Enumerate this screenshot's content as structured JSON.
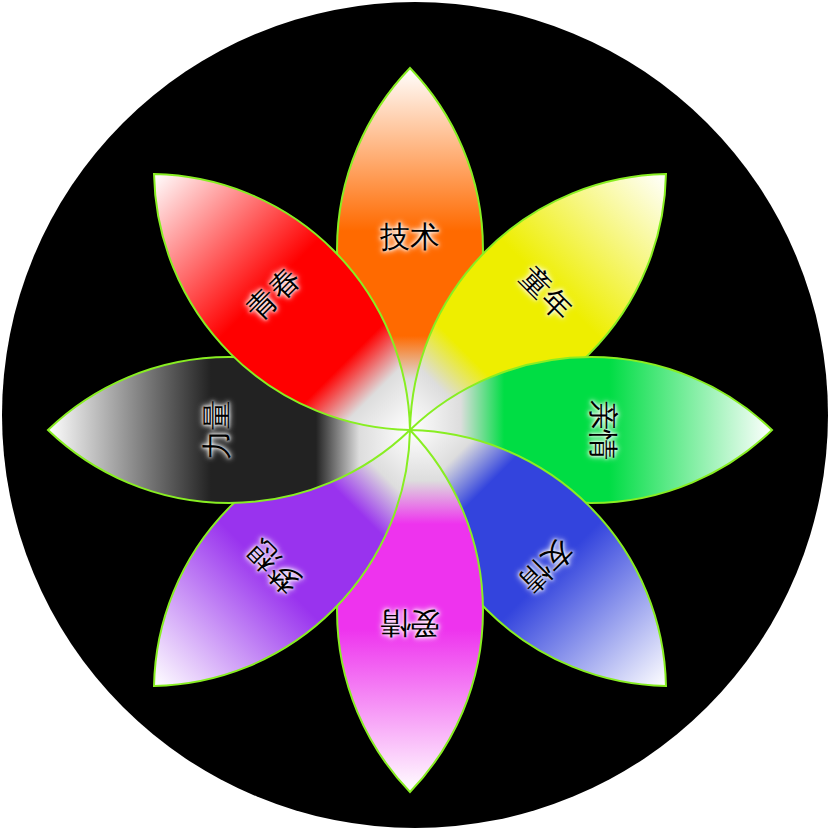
{
  "diagram": {
    "nodes": [
      {
        "text": [
          "技术"
        ]
      },
      {
        "text": [
          "童年"
        ]
      },
      {
        "text": [
          "亲情"
        ]
      },
      {
        "text": [
          "友情"
        ]
      },
      {
        "text": [
          "爱情"
        ]
      },
      {
        "text": [
          "梦想"
        ]
      },
      {
        "text": [
          "力量"
        ]
      },
      {
        "text": [
          "青春"
        ]
      }
    ]
  }
}
